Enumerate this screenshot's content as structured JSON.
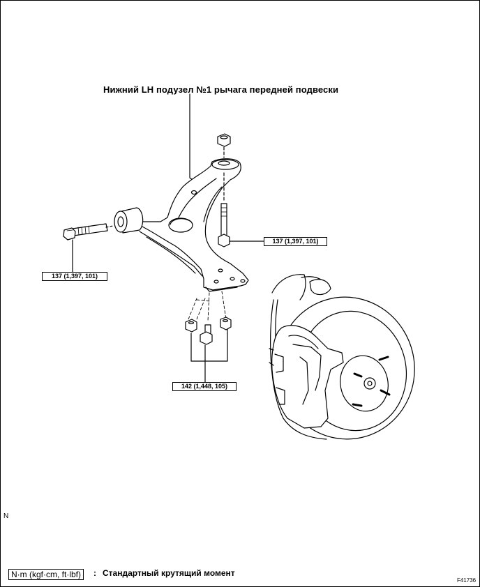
{
  "title": "Нижний LH подузел №1 рычага передней подвески",
  "torque_specs": {
    "ball_joint_nut": "137 (1,397, 101)",
    "front_bushing_bolt": "137 (1,397, 101)",
    "rear_bracket_bolts": "142 (1,448, 105)"
  },
  "side_marker": "N",
  "legend": {
    "units": "N·m (kgf·cm, ft·lbf)",
    "colon": ":",
    "description": "Стандартный крутящий момент"
  },
  "figure_code": "F41736"
}
